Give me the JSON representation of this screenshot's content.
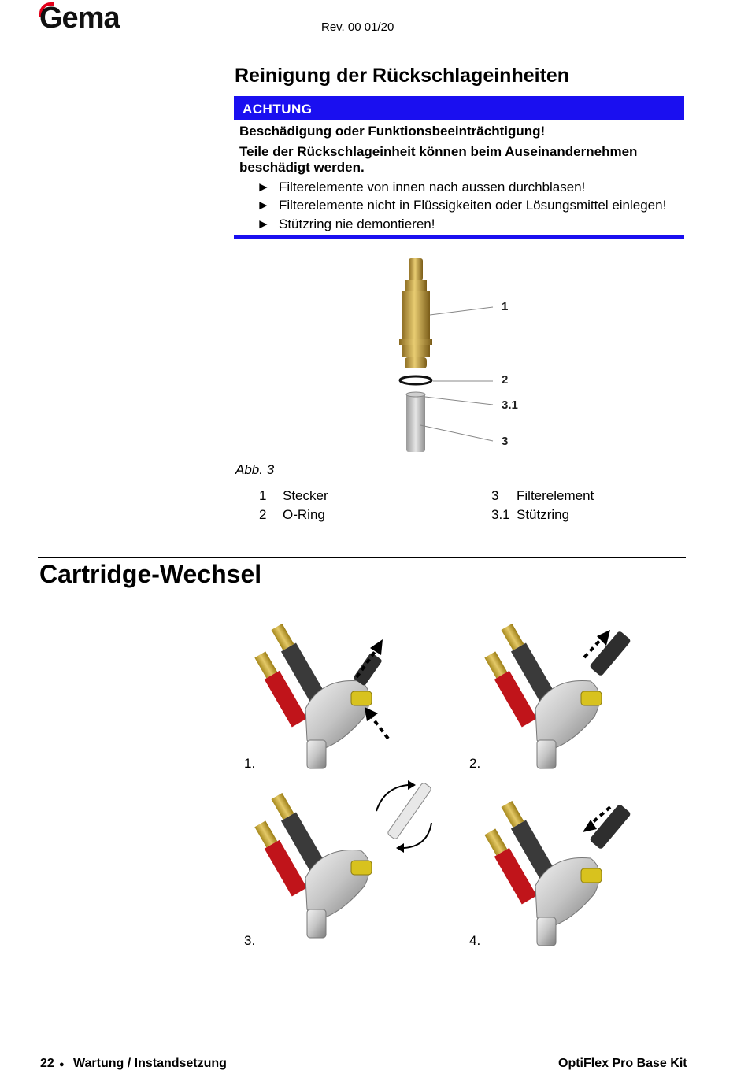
{
  "header": {
    "logo": "Gema",
    "revision": "Rev. 00  01/20"
  },
  "section1": {
    "title": "Reinigung der Rückschlageinheiten",
    "warning": {
      "label": "ACHTUNG",
      "headline": "Beschädigung oder Funktionsbeeinträchtigung!",
      "text_line1": "Teile der Rückschlageinheit können beim Auseinandernehmen",
      "text_line2": "beschädigt werden.",
      "bullets": [
        "Filterelemente von innen nach aussen durchblasen!",
        "Filterelemente nicht in Flüssigkeiten oder Lösungsmittel einlegen!",
        "Stützring nie demontieren!"
      ],
      "bullet_glyph": "►"
    },
    "figure": {
      "callouts": [
        "1",
        "2",
        "3.1",
        "3"
      ],
      "caption": "Abb. 3",
      "legend": [
        {
          "num": "1",
          "label": "Stecker"
        },
        {
          "num": "2",
          "label": "O-Ring"
        },
        {
          "num": "3",
          "label": "Filterelement"
        },
        {
          "num": "3.1",
          "label": "Stützring"
        }
      ]
    }
  },
  "section2": {
    "title": "Cartridge-Wechsel",
    "steps": [
      "1.",
      "2.",
      "3.",
      "4."
    ]
  },
  "footer": {
    "page": "22",
    "dot": "●",
    "chapter": "Wartung / Instandsetzung",
    "product": "OptiFlex Pro Base Kit"
  }
}
